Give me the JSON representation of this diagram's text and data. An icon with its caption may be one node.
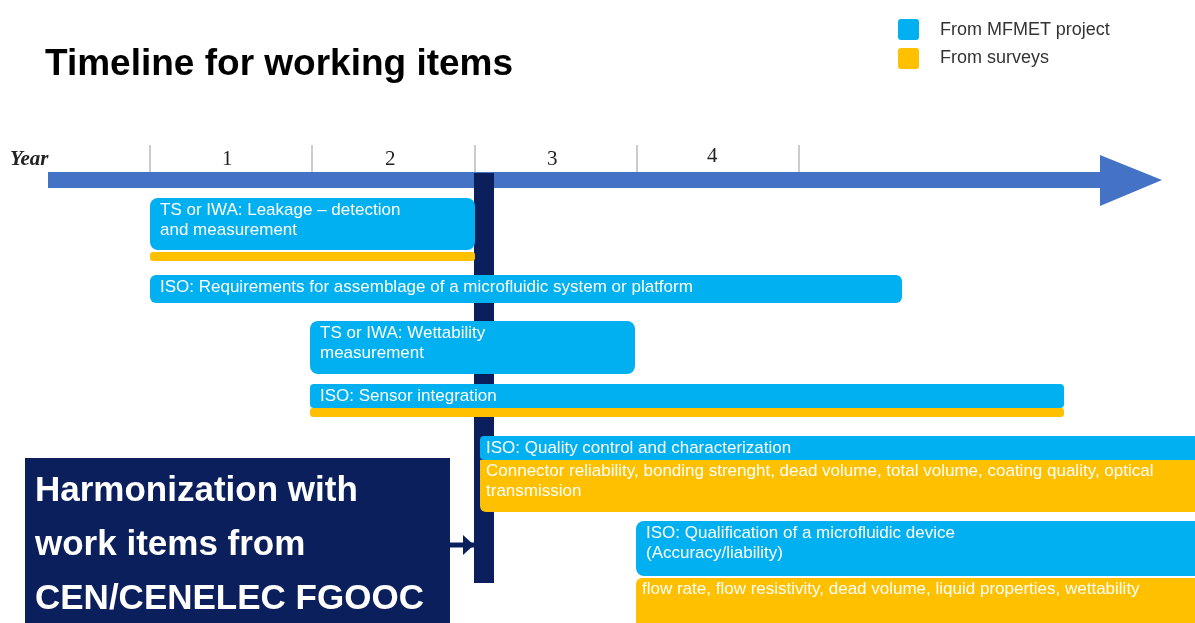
{
  "diagram": {
    "title": "Timeline for working items",
    "nodes": [
      {
        "text": [
          "TS or IWA: Leakage – detection and measurement"
        ]
      },
      {
        "text": [],
        "shape": "bar"
      },
      {
        "text": [
          "ISO: Requirements for assemblage of a microfluidic system or platform"
        ]
      },
      {
        "text": [
          "TS or IWA: Wettability measurement"
        ]
      },
      {
        "text": [
          "ISO: Sensor integration"
        ]
      },
      {
        "text": [],
        "shape": "bar"
      },
      {
        "text": [
          "ISO: Quality control and characterization"
        ]
      },
      {
        "text": [
          "Connector reliability, bonding strenght, dead volume, total volume, coating quality, optical transmission"
        ]
      },
      {
        "text": [
          "ISO: Qualification of a microfluidic device (Accuracy/liability)"
        ]
      },
      {
        "text": [
          "flow rate, flow resistivity, dead volume, liquid properties, wettability"
        ]
      },
      {
        "text": [
          "Harmonization with work items from CEN/CENELEC FGOOC"
        ]
      },
      {
        "text": [],
        "shape": "bar"
      }
    ],
    "edges": [
      {
        "from": 10,
        "to": 11,
        "arrow": "to"
      }
    ],
    "labels": [
      "Year",
      "1",
      "2",
      "3",
      "4"
    ],
    "legend": [
      {
        "text": "From MFMET project",
        "color": "#00b0f0"
      },
      {
        "text": "From surveys",
        "color": "#ffc000"
      }
    ]
  }
}
